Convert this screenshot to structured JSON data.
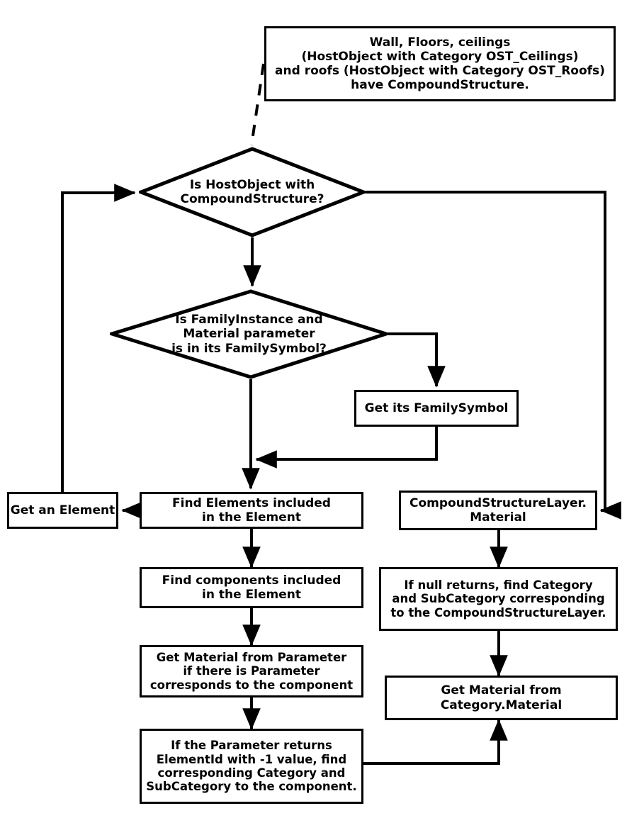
{
  "diagram": {
    "title": "Revit material resolution flowchart",
    "background_color": "#ffffff",
    "stroke_color": "#000000",
    "text_color": "#000000"
  },
  "nodes": {
    "annotation_note": "Wall, Floors, ceilings\n(HostObject with Category OST_Ceilings)\nand roofs (HostObject with Category OST_Roofs)\nhave CompoundStructure.",
    "decision_hostobject": "Is HostObject with\nCompoundStructure?",
    "decision_familyinstance": "Is FamilyInstance and\nMaterial parameter\nis in its FamilySymbol?",
    "get_familysymbol": "Get its FamilySymbol",
    "get_an_element": "Get an Element",
    "find_elements": "Find Elements included\nin the Element",
    "compound_structure_layer_material": "CompoundStructureLayer.\nMaterial",
    "find_components": "Find components included\nin the Element",
    "if_null_returns": "If null returns, find Category\nand SubCategory corresponding\nto the CompoundStructureLayer.",
    "get_material_from_parameter": "Get Material from Parameter\nif there is Parameter\ncorresponds to the component",
    "get_material_from_category": "Get Material from\nCategory.Material",
    "if_parameter_returns": "If the Parameter returns\nElementId with -1 value, find\ncorresponding Category and\nSubCategory to the component."
  },
  "edges": [
    {
      "name": "note-to-decision-hostobject",
      "style": "dashed",
      "arrow": false
    },
    {
      "name": "decision-hostobject-to-decision-familyinstance",
      "style": "solid",
      "arrow": true
    },
    {
      "name": "decision-hostobject-yes-to-compoundstructurelayer",
      "style": "solid",
      "arrow": true
    },
    {
      "name": "decision-familyinstance-yes-to-get-familysymbol",
      "style": "solid",
      "arrow": true
    },
    {
      "name": "get-familysymbol-to-find-elements",
      "style": "solid",
      "arrow": true
    },
    {
      "name": "decision-familyinstance-no-to-find-elements",
      "style": "solid",
      "arrow": true
    },
    {
      "name": "find-elements-to-get-an-element",
      "style": "solid",
      "arrow": true
    },
    {
      "name": "get-an-element-to-decision-hostobject",
      "style": "solid",
      "arrow": true
    },
    {
      "name": "find-elements-to-find-components",
      "style": "solid",
      "arrow": true
    },
    {
      "name": "find-components-to-get-material-from-parameter",
      "style": "solid",
      "arrow": true
    },
    {
      "name": "get-material-from-parameter-to-if-parameter-returns",
      "style": "solid",
      "arrow": true
    },
    {
      "name": "compoundstructurelayer-to-if-null-returns",
      "style": "solid",
      "arrow": true
    },
    {
      "name": "if-null-returns-to-get-material-from-category",
      "style": "solid",
      "arrow": true
    },
    {
      "name": "if-parameter-returns-to-get-material-from-category",
      "style": "solid",
      "arrow": true
    }
  ]
}
